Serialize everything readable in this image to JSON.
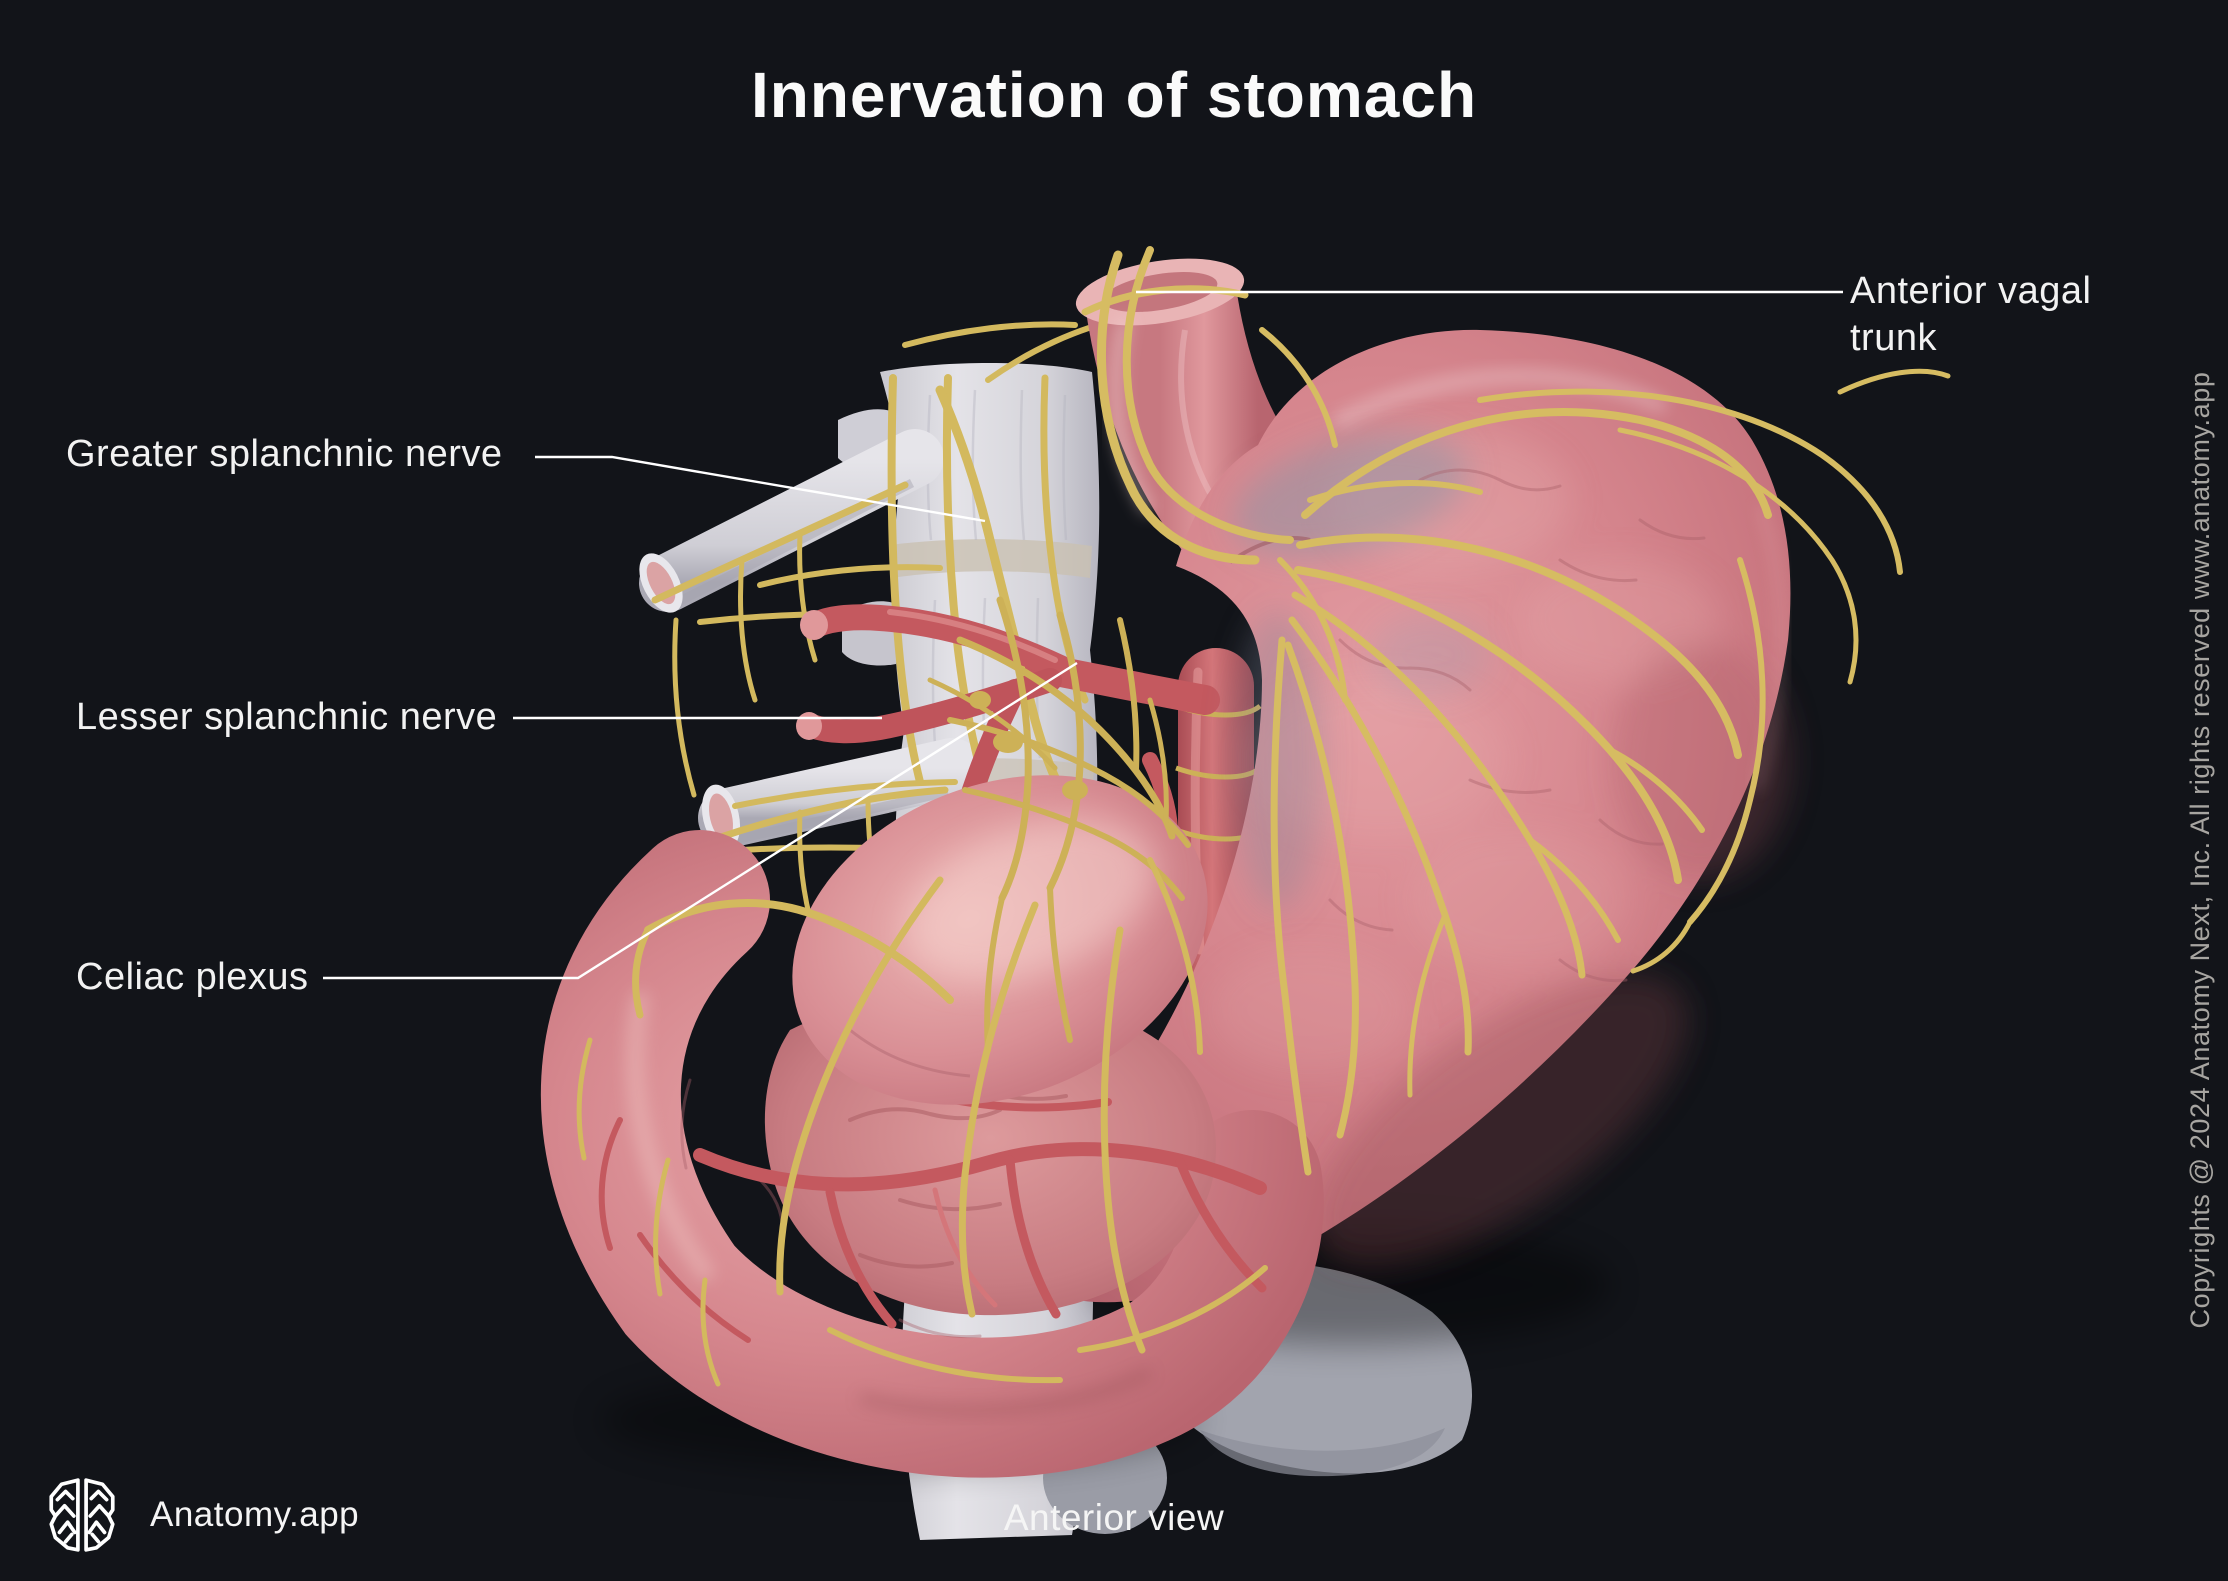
{
  "title": "Innervation of stomach",
  "annotations": {
    "anterior_vagal_trunk": "Anterior vagal trunk",
    "greater_splanchnic_nerve": "Greater splanchnic nerve",
    "lesser_splanchnic_nerve": "Lesser splanchnic nerve",
    "celiac_plexus": "Celiac plexus"
  },
  "footer": {
    "brand": "Anatomy.app",
    "caption": "Anterior view"
  },
  "sidebar_copyright": "Copyrights @ 2024 Anatomy Next, Inc. All rights reserved www.anatomy.app",
  "colors": {
    "background": "#121419",
    "nerve": "#d3b95e",
    "artery": "#c4595f",
    "bone": "#d6d5da",
    "stomach": "#d2838b",
    "label_text": "#f2f2f2",
    "copyright_text": "#a7a5a1"
  }
}
